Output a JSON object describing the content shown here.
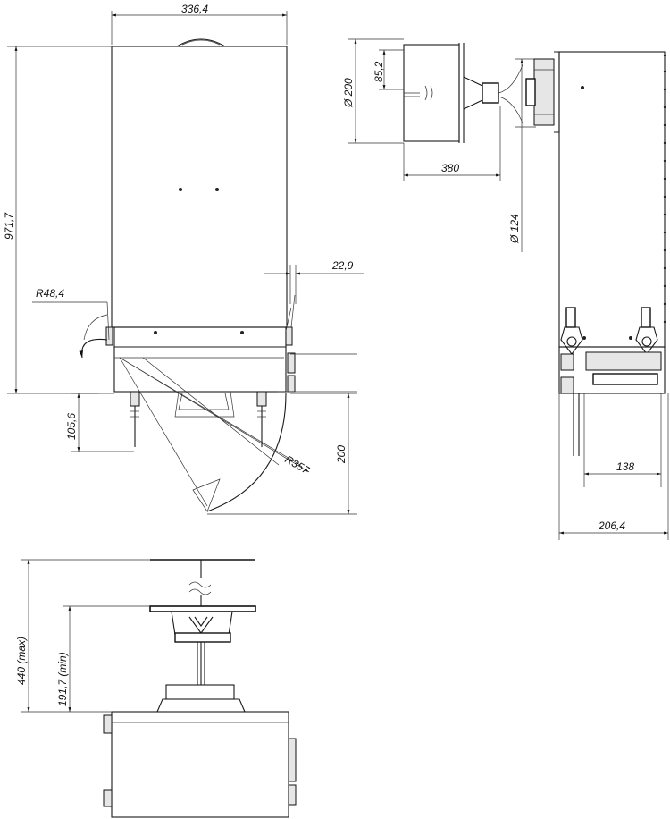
{
  "drawing": {
    "dimensions": {
      "main_width": "336,4",
      "main_height": "971,7",
      "corner_radius": "R48,4",
      "side_offset": "22,9",
      "foot_height": "105,6",
      "swing_depth": "200",
      "swing_radius": "R357",
      "duct_diameter": "Ø 200",
      "duct_offset": "85,2",
      "duct_length": "380",
      "side_pipe_diameter": "Ø 124",
      "side_bracket_width": "138",
      "side_depth": "206,4",
      "ceiling_height": "440 (max)",
      "adapter_height": "191,7 (min)"
    }
  }
}
